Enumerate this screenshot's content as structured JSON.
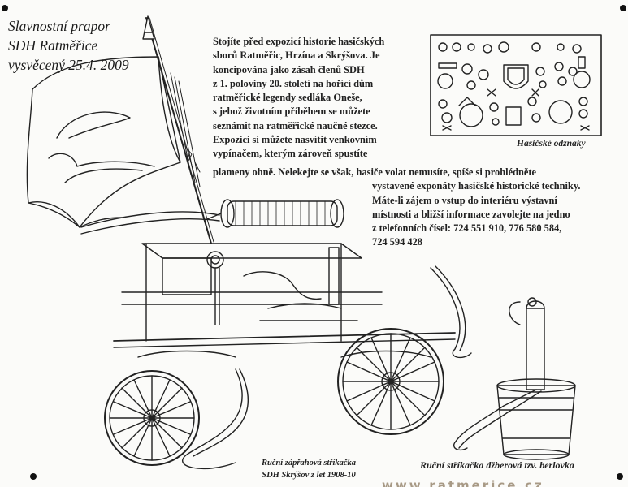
{
  "flag": {
    "caption_line1": "Slavnostní prapor",
    "caption_line2": "SDH Ratměřice",
    "caption_line3": "vysvěcený 25.4. 2009"
  },
  "intro": {
    "lines": [
      "Stojíte před expozicí historie hasičských",
      "sborů Ratměřic, Hrzína a Skrýšova. Je",
      "koncipována jako zásah členů SDH",
      "z 1. poloviny 20. století na hořící dům",
      "ratměřické legendy sedláka Oneše,",
      "s jehož životním příběhem se můžete",
      "seznámit na ratměřické naučné stezce.",
      "Expozici si můžete nasvítit venkovním",
      "vypínačem, kterým zároveň spustíte"
    ],
    "continuation_lines": [
      "plameny ohně. Nelekejte se však, hasiče volat nemusíte, spíše si prohlédněte",
      "vystavené exponáty hasičské historické techniky.",
      "Máte-li zájem o vstup do interiéru výstavní",
      "místnosti a bližší informace zavolejte na jedno",
      "z telefonních čísel: 724 551 910, 776 580 584,",
      "724 594 428"
    ]
  },
  "badges": {
    "caption": "Hasičské odznaky"
  },
  "pump": {
    "caption_line1": "Ruční zápřahová stříkačka",
    "caption_line2": "SDH Skrýšov z let 1908-10"
  },
  "berlovka": {
    "caption": "Ruční stříkačka džberová tzv. berlovka"
  },
  "footer": {
    "partial_text": "www.ratmerice.cz"
  },
  "colors": {
    "board": "#fbfbf9",
    "ink": "#222222",
    "frame": "#4a4a4a"
  }
}
